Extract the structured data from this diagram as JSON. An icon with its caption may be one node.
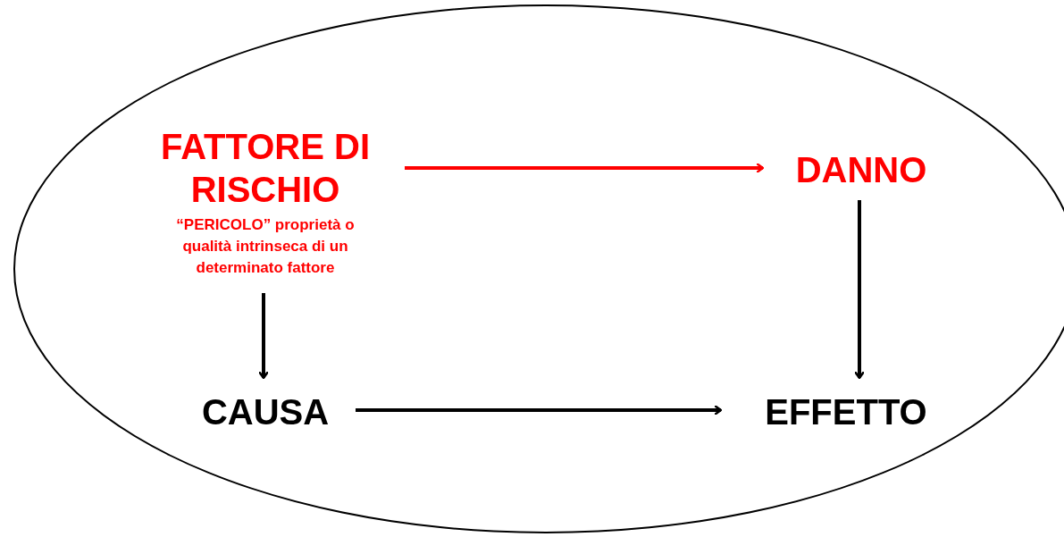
{
  "diagram": {
    "nodes": [
      {
        "text": [],
        "shape": "ellipse"
      },
      {
        "text": [
          "FATTORE DI RISCHIO",
          "“PERICOLO” proprietà o qualità intrinseca di un determinato fattore"
        ],
        "in": 0
      },
      {
        "text": [
          "DANNO"
        ],
        "in": 0
      },
      {
        "text": [
          "CAUSA"
        ],
        "in": 0
      },
      {
        "text": [
          "EFFETTO"
        ],
        "in": 0
      }
    ],
    "edges": [
      {
        "from": 1,
        "to": 2,
        "arrow": "to",
        "color": "#ff0000"
      },
      {
        "from": 1,
        "to": 3,
        "arrow": "to"
      },
      {
        "from": 3,
        "to": 4,
        "arrow": "to"
      },
      {
        "from": 2,
        "to": 4,
        "arrow": "to"
      }
    ]
  }
}
